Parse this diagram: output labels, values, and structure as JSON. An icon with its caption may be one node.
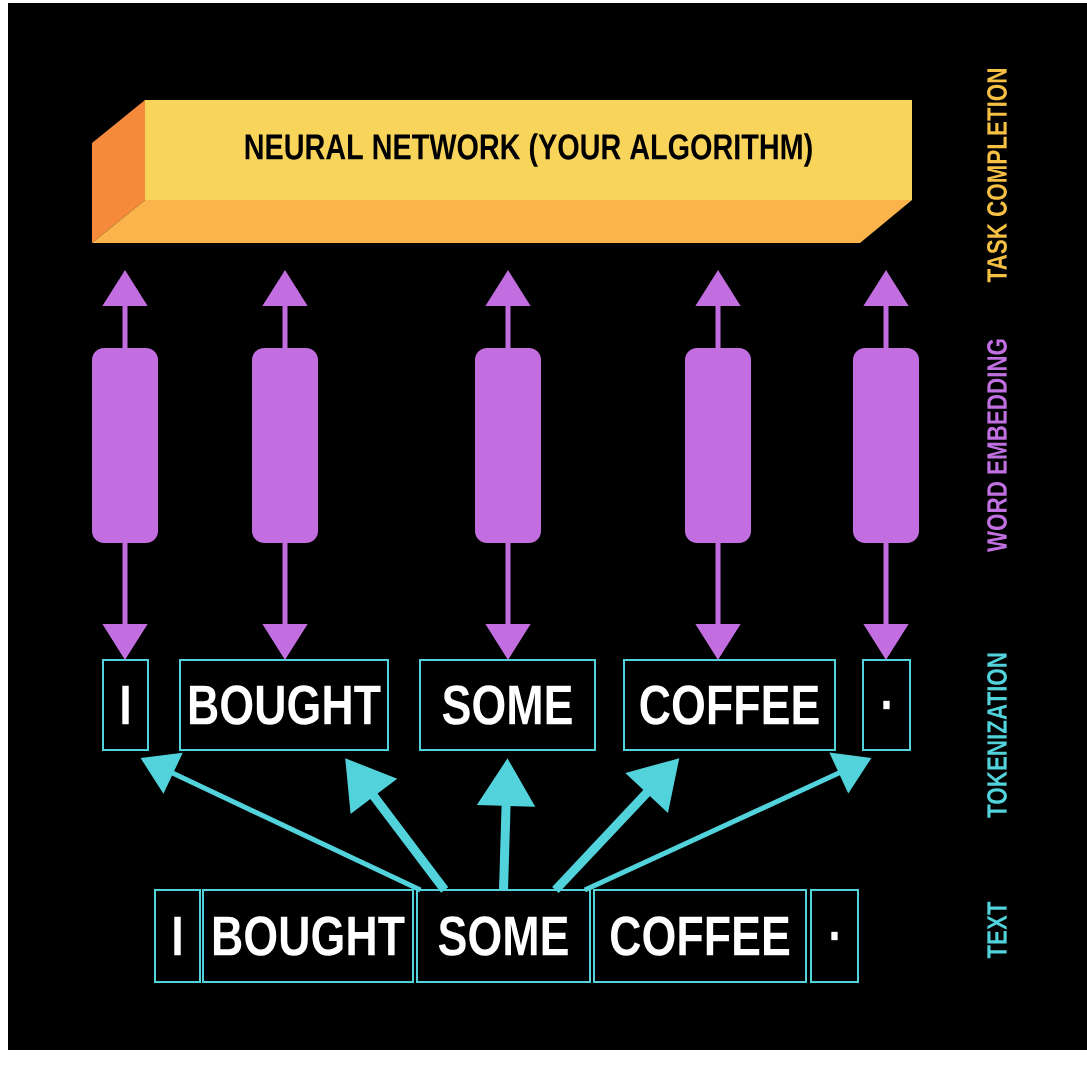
{
  "diagram": {
    "nodes": [
      {
        "text": [
          "NEURAL NETWORK (YOUR ALGORITHM)"
        ]
      },
      {
        "text": [],
        "shape": "bar"
      },
      {
        "text": [],
        "shape": "bar"
      },
      {
        "text": [],
        "shape": "bar"
      },
      {
        "text": [],
        "shape": "bar"
      },
      {
        "text": [],
        "shape": "bar"
      },
      {
        "text": [
          "I"
        ]
      },
      {
        "text": [
          "BOUGHT"
        ]
      },
      {
        "text": [
          "SOME"
        ]
      },
      {
        "text": [
          "COFFEE"
        ]
      },
      {
        "text": [
          "."
        ]
      },
      {
        "text": [
          "I"
        ]
      },
      {
        "text": [
          "BOUGHT"
        ]
      },
      {
        "text": [
          "SOME"
        ]
      },
      {
        "text": [
          "COFFEE"
        ]
      },
      {
        "text": [
          "."
        ]
      }
    ],
    "edges": [
      {
        "from": 1,
        "to": 0,
        "arrow": "to"
      },
      {
        "from": 2,
        "to": 0,
        "arrow": "to"
      },
      {
        "from": 3,
        "to": 0,
        "arrow": "to"
      },
      {
        "from": 4,
        "to": 0,
        "arrow": "to"
      },
      {
        "from": 5,
        "to": 0,
        "arrow": "to"
      },
      {
        "from": 1,
        "to": 6,
        "arrow": "to"
      },
      {
        "from": 2,
        "to": 7,
        "arrow": "to"
      },
      {
        "from": 3,
        "to": 8,
        "arrow": "to"
      },
      {
        "from": 4,
        "to": 9,
        "arrow": "to"
      },
      {
        "from": 5,
        "to": 10,
        "arrow": "to"
      },
      {
        "from": 13,
        "to": 6,
        "arrow": "to",
        "color": "#52d3dc"
      },
      {
        "from": 13,
        "to": 7,
        "arrow": "to",
        "style": "thick",
        "color": "#52d3dc"
      },
      {
        "from": 13,
        "to": 8,
        "arrow": "to",
        "style": "thick",
        "color": "#52d3dc"
      },
      {
        "from": 13,
        "to": 9,
        "arrow": "to",
        "style": "thick",
        "color": "#52d3dc"
      },
      {
        "from": 13,
        "to": 10,
        "arrow": "to",
        "color": "#52d3dc"
      }
    ],
    "labels": [
      "TASK COMPLETION",
      "WORD EMBEDDING",
      "TOKENIZATION",
      "TEXT"
    ]
  }
}
